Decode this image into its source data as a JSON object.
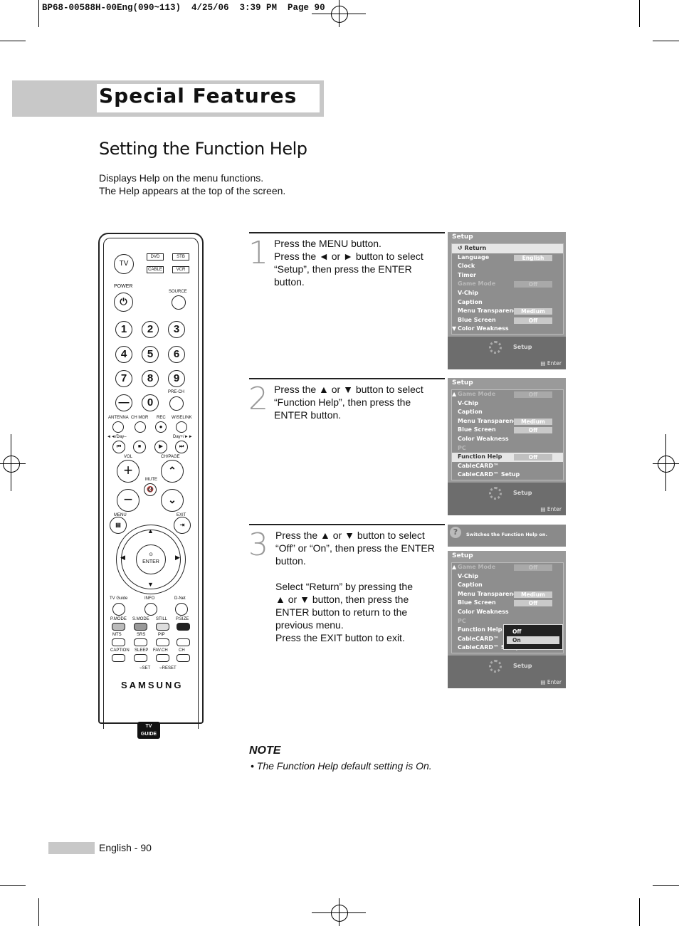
{
  "print_slug": "BP68-00588H-00Eng(090~113)  4/25/06  3:39 PM  Page 90",
  "header": {
    "title": "Special Features"
  },
  "section": {
    "title": "Setting the Function Help",
    "intro_1": "Displays Help on the menu functions.",
    "intro_2": "The Help appears at the top of the screen."
  },
  "steps": [
    {
      "num": "1",
      "lines": [
        "Press the MENU button.",
        "Press the ◄ or ► button to select",
        "“Setup”, then press the ENTER",
        "button."
      ]
    },
    {
      "num": "2",
      "lines": [
        "Press the ▲ or ▼ button to select",
        "“Function Help”, then press the",
        "ENTER button."
      ]
    },
    {
      "num": "3",
      "lines": [
        "Press the ▲ or ▼ button to select",
        "“Off” or “On”, then press the ENTER",
        "button.",
        "",
        "Select “Return” by pressing the",
        "▲ or ▼ button, then press the",
        "ENTER button to return to the",
        "previous menu.",
        "Press the EXIT button to exit."
      ]
    }
  ],
  "osd1": {
    "title": "Setup",
    "rows": [
      {
        "label": "Return",
        "value": ""
      },
      {
        "label": "Language",
        "value": "English"
      },
      {
        "label": "Clock",
        "value": ""
      },
      {
        "label": "Timer",
        "value": ""
      },
      {
        "label": "Game Mode",
        "value": "Off"
      },
      {
        "label": "V-Chip",
        "value": ""
      },
      {
        "label": "Caption",
        "value": ""
      },
      {
        "label": "Menu Transparency",
        "value": "Medium"
      },
      {
        "label": "Blue Screen",
        "value": "Off"
      },
      {
        "label": "Color Weakness",
        "value": ""
      }
    ],
    "footer_label": "Setup",
    "enter": "Enter"
  },
  "osd2": {
    "title": "Setup",
    "rows": [
      {
        "label": "Game Mode",
        "value": "Off"
      },
      {
        "label": "V-Chip",
        "value": ""
      },
      {
        "label": "Caption",
        "value": ""
      },
      {
        "label": "Menu Transparency",
        "value": "Medium"
      },
      {
        "label": "Blue Screen",
        "value": "Off"
      },
      {
        "label": "Color Weakness",
        "value": ""
      },
      {
        "label": "PC",
        "value": ""
      },
      {
        "label": "Function Help",
        "value": "Off"
      },
      {
        "label": "CableCARD™",
        "value": ""
      },
      {
        "label": "CableCARD™ Setup",
        "value": ""
      }
    ],
    "footer_label": "Setup",
    "enter": "Enter"
  },
  "osd3": {
    "help_text": "Switches the Function Help on.",
    "title": "Setup",
    "rows": [
      {
        "label": "Game Mode",
        "value": "Off"
      },
      {
        "label": "V-Chip",
        "value": ""
      },
      {
        "label": "Caption",
        "value": ""
      },
      {
        "label": "Menu Transparency",
        "value": "Medium"
      },
      {
        "label": "Blue Screen",
        "value": "Off"
      },
      {
        "label": "Color Weakness",
        "value": ""
      },
      {
        "label": "PC",
        "value": ""
      },
      {
        "label": "Function Help",
        "value": ""
      },
      {
        "label": "CableCARD™",
        "value": ""
      },
      {
        "label": "CableCARD™ Setup",
        "value": ""
      }
    ],
    "dropdown": [
      "Off",
      "On"
    ],
    "footer_label": "Setup",
    "enter": "Enter"
  },
  "remote": {
    "tv": "TV",
    "dvd": "DVD",
    "stb": "STB",
    "cable": "CABLE",
    "vcr": "VCR",
    "power": "POWER",
    "source": "SOURCE",
    "digits": [
      "1",
      "2",
      "3",
      "4",
      "5",
      "6",
      "7",
      "8",
      "9",
      "—",
      "0"
    ],
    "prech": "PRE-CH",
    "row_labels": [
      "ANTENNA",
      "CH MGR",
      "REC",
      "WISELINK"
    ],
    "day_minus": "◄◄/Day–",
    "day_plus": "Day+/►►",
    "vol": "VOL",
    "chpage": "CH/PAGE",
    "mute": "MUTE",
    "menu": "MENU",
    "exit": "EXIT",
    "enter": "ENTER",
    "tvguide": "TV Guide",
    "info": "INFO",
    "dnet": "D-Net",
    "func_row1": [
      "P.MODE",
      "S.MODE",
      "STILL",
      "P.SIZE"
    ],
    "func_row2": [
      "MTS",
      "SRS",
      "PIP",
      ""
    ],
    "func_row3": [
      "CAPTION",
      "SLEEP",
      "FAV.CH",
      "CH"
    ],
    "set": "SET",
    "reset": "RESET",
    "brand": "SAMSUNG",
    "tvguide_logo": "TV GUIDE"
  },
  "note": {
    "title": "NOTE",
    "text": "•   The Function Help default setting is On."
  },
  "footer": {
    "page": "English - 90"
  }
}
